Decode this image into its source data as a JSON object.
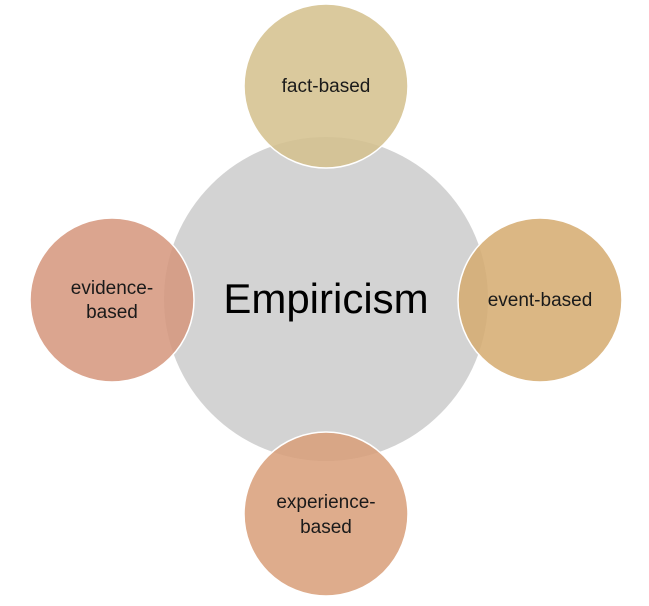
{
  "diagram": {
    "center": {
      "label": "Empiricism",
      "color": "#d3d3d3"
    },
    "satellites": {
      "top": {
        "lines": [
          "fact-based"
        ],
        "color": "#d4bf8c"
      },
      "right": {
        "lines": [
          "event-based"
        ],
        "color": "#d5aa6f"
      },
      "bottom": {
        "lines": [
          "experience-",
          "based"
        ],
        "color": "#d89e78"
      },
      "left": {
        "lines": [
          "evidence-",
          "based"
        ],
        "color": "#d5957b"
      }
    }
  }
}
